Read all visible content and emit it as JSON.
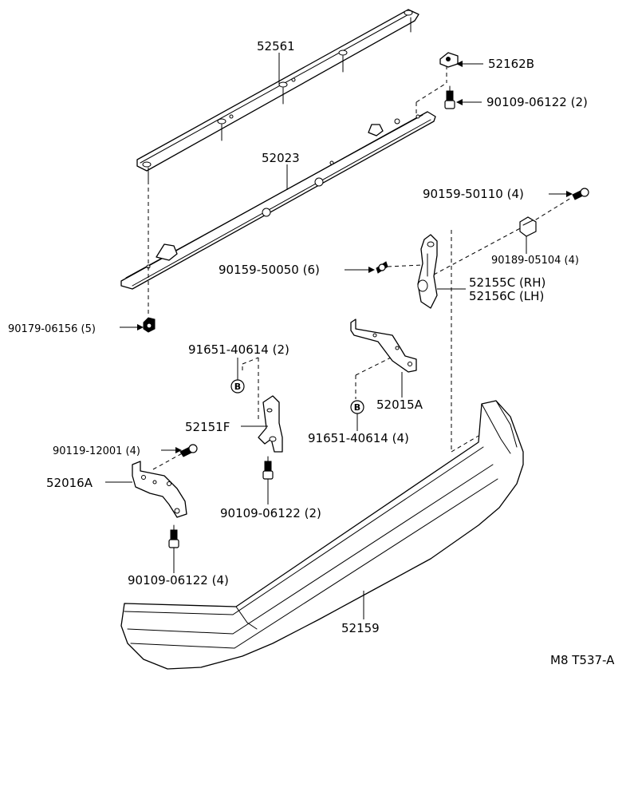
{
  "figure_code": "M8 T537-A",
  "callouts": {
    "p52561": "52561",
    "p52162B": "52162B",
    "p90109_06122_top": "90109-06122 (2)",
    "p52023": "52023",
    "p90159_50110": "90159-50110 (4)",
    "p90189_05104": "90189-05104 (4)",
    "p90159_50050": "90159-50050 (6)",
    "p52155C": "52155C (RH)",
    "p52156C": "52156C (LH)",
    "p90179_06156": "90179-06156 (5)",
    "p91651_40614_left": "91651-40614 (2)",
    "p52015A": "52015A",
    "p52151F": "52151F",
    "p91651_40614_mid": "91651-40614 (4)",
    "p90119_12001": "90119-12001 (4)",
    "p52016A": "52016A",
    "p90109_06122_mid": "90109-06122 (2)",
    "p90109_06122_bottom": "90109-06122 (4)",
    "p52159": "52159"
  },
  "markers": {
    "bolt_b_left": "B",
    "bolt_b_mid": "B"
  }
}
